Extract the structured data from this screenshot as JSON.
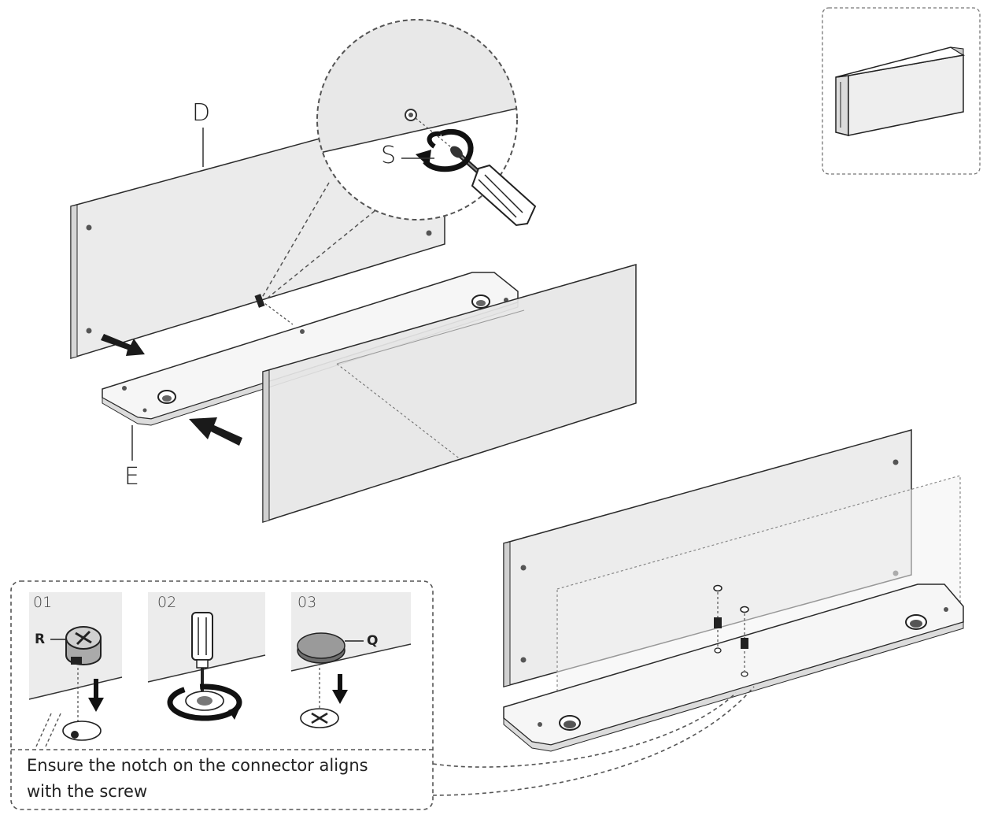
{
  "labels": {
    "part_d": "D",
    "part_s": "S",
    "part_e": "E",
    "part_r": "R",
    "part_q": "Q"
  },
  "steps": [
    {
      "number": "01"
    },
    {
      "number": "02"
    },
    {
      "number": "03"
    }
  ],
  "note": {
    "line1": "Ensure the notch on the connector aligns",
    "line2": "with the screw"
  },
  "colors": {
    "panel_fill": "#ececec",
    "panel_stroke": "#2a2a2a",
    "dashed": "#555555",
    "arrow": "#1a1a1a"
  }
}
